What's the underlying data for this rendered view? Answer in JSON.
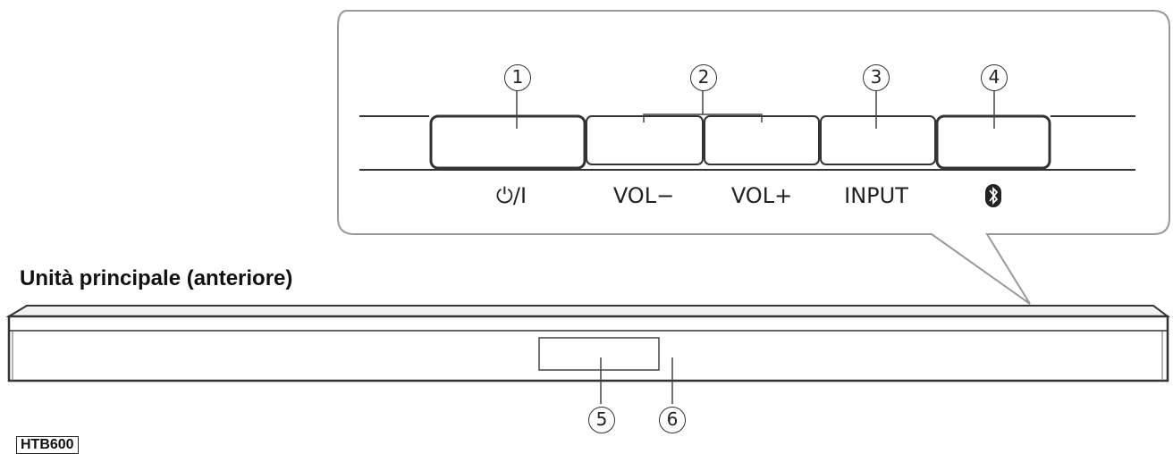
{
  "section_title": "Unità principale (anteriore)",
  "model_tag": "HTB600",
  "callouts": [
    "1",
    "2",
    "3",
    "4",
    "5",
    "6"
  ],
  "buttons": [
    {
      "label": "⏻/I",
      "icon": "power-standby-icon"
    },
    {
      "label": "VOL−",
      "icon": "volume-down"
    },
    {
      "label": "VOL+",
      "icon": "volume-up"
    },
    {
      "label": "INPUT",
      "icon": "input"
    },
    {
      "label": "",
      "icon": "bluetooth-icon"
    }
  ],
  "colors": {
    "line": "#333333",
    "panel_border": "#999999"
  }
}
